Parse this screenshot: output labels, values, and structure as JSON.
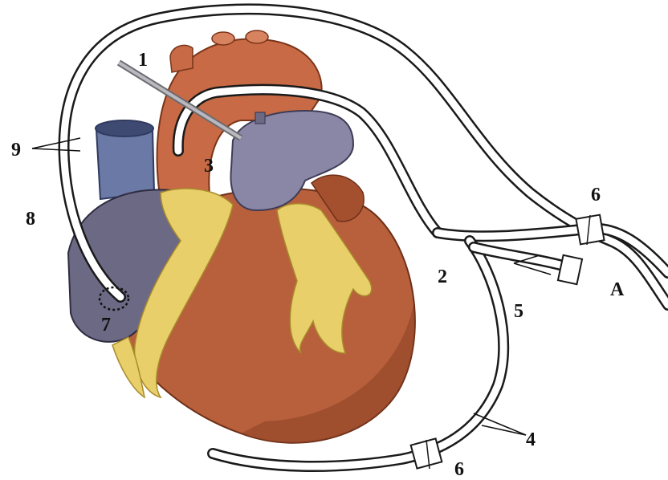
{
  "labels": {
    "l1": "1",
    "l2": "2",
    "l3": "3",
    "l4": "4",
    "l5": "5",
    "l6a": "6",
    "l6b": "6",
    "l7": "7",
    "l8": "8",
    "l9": "9",
    "lA": "A"
  },
  "colors": {
    "heart_muscle": "#b8603c",
    "heart_shadow": "#8a3f22",
    "aorta": "#c76a45",
    "vena_cava": "#6b79a6",
    "pulmonary_artery": "#8a87a6",
    "atrium": "#6c6985",
    "fat": "#e8cf6a",
    "tube": "#ffffff",
    "cannula": "#a8a8ad"
  }
}
